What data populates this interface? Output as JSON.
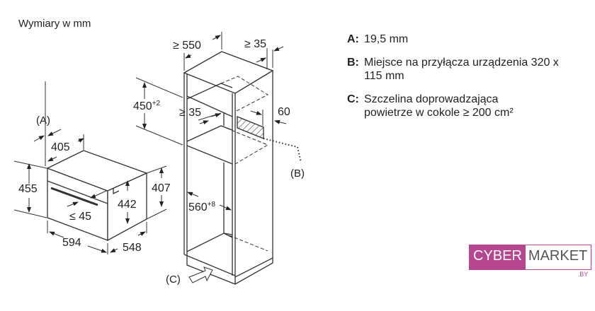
{
  "title": "Wymiary w mm",
  "legend": [
    {
      "key": "A:",
      "text": "19,5 mm"
    },
    {
      "key": "B:",
      "text": "Miejsce na przyłącza urządzenia 320 x 115 mm"
    },
    {
      "key": "C:",
      "text": "Szczelina doprowadzająca powietrze w cokole ≥ 200 cm²"
    }
  ],
  "oven": {
    "label_a": "(A)",
    "depth_top": "405",
    "height_total": "455",
    "height_front": "442",
    "height_side": "407",
    "width": "594",
    "depth": "548",
    "handle": "≤ 45"
  },
  "cabinet": {
    "depth_min": "≥ 550",
    "gap_back": "≥ 35",
    "niche_height": "450",
    "niche_height_tol": "+2",
    "gap_inner": "≥ 35",
    "opening": "60",
    "inner_width": "560",
    "inner_width_tol": "+8",
    "label_b": "(B)",
    "label_c": "(C)"
  },
  "logo": {
    "part1": "CYBER",
    "part2": "MARKET",
    "suffix": ".BY"
  },
  "colors": {
    "brand": "#b5468f",
    "line": "#333333"
  }
}
